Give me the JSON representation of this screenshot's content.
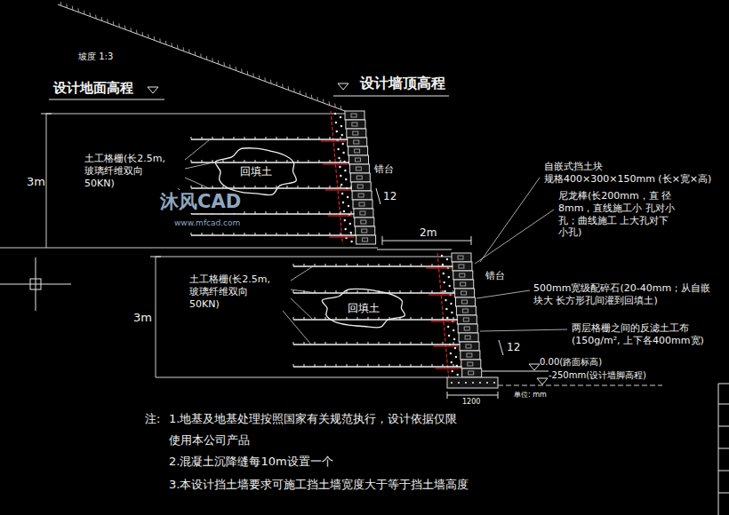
{
  "diagram": {
    "nodes": [
      {
        "text": [
          "回填土"
        ]
      },
      {
        "text": [
          "回填土"
        ]
      }
    ],
    "labels": [
      "坡度 1:3",
      "设计地面高程",
      "设计墙顶高程",
      "3m",
      "土工格栅(长2.5m, 玻璃纤维双向 50KN)",
      "错台",
      "12",
      "2m",
      "自嵌式挡土块 规格400×300×150mm (长×宽×高)",
      "尼龙棒(长200mm，直 径8mm，直线施工小 孔对小孔；曲线施工 上大孔对下小孔)",
      "3m",
      "土工格栅(长2.5m, 玻璃纤维双向 50KN)",
      "错台",
      "500mm宽级配碎石(20-40mm；从自嵌块大 长方形孔间灌到回填土)",
      "12",
      "两层格栅之间的反滤土工布 (150g/m², 上下各400mm宽)",
      "0.00(路面标高)",
      "-250mm(设计墙脚高程)",
      "单位: mm",
      "1200",
      "注:",
      "1.地基及地基处理按照国家有关规范执行，设计依据仅限 使用本公司产品",
      "2.混凝土沉降缝每10m设置一个",
      "3.本设计挡土墙要求可施工挡土墙宽度大于等于挡土墙高度",
      "沐风CAD",
      "www.mfcad.com"
    ]
  }
}
